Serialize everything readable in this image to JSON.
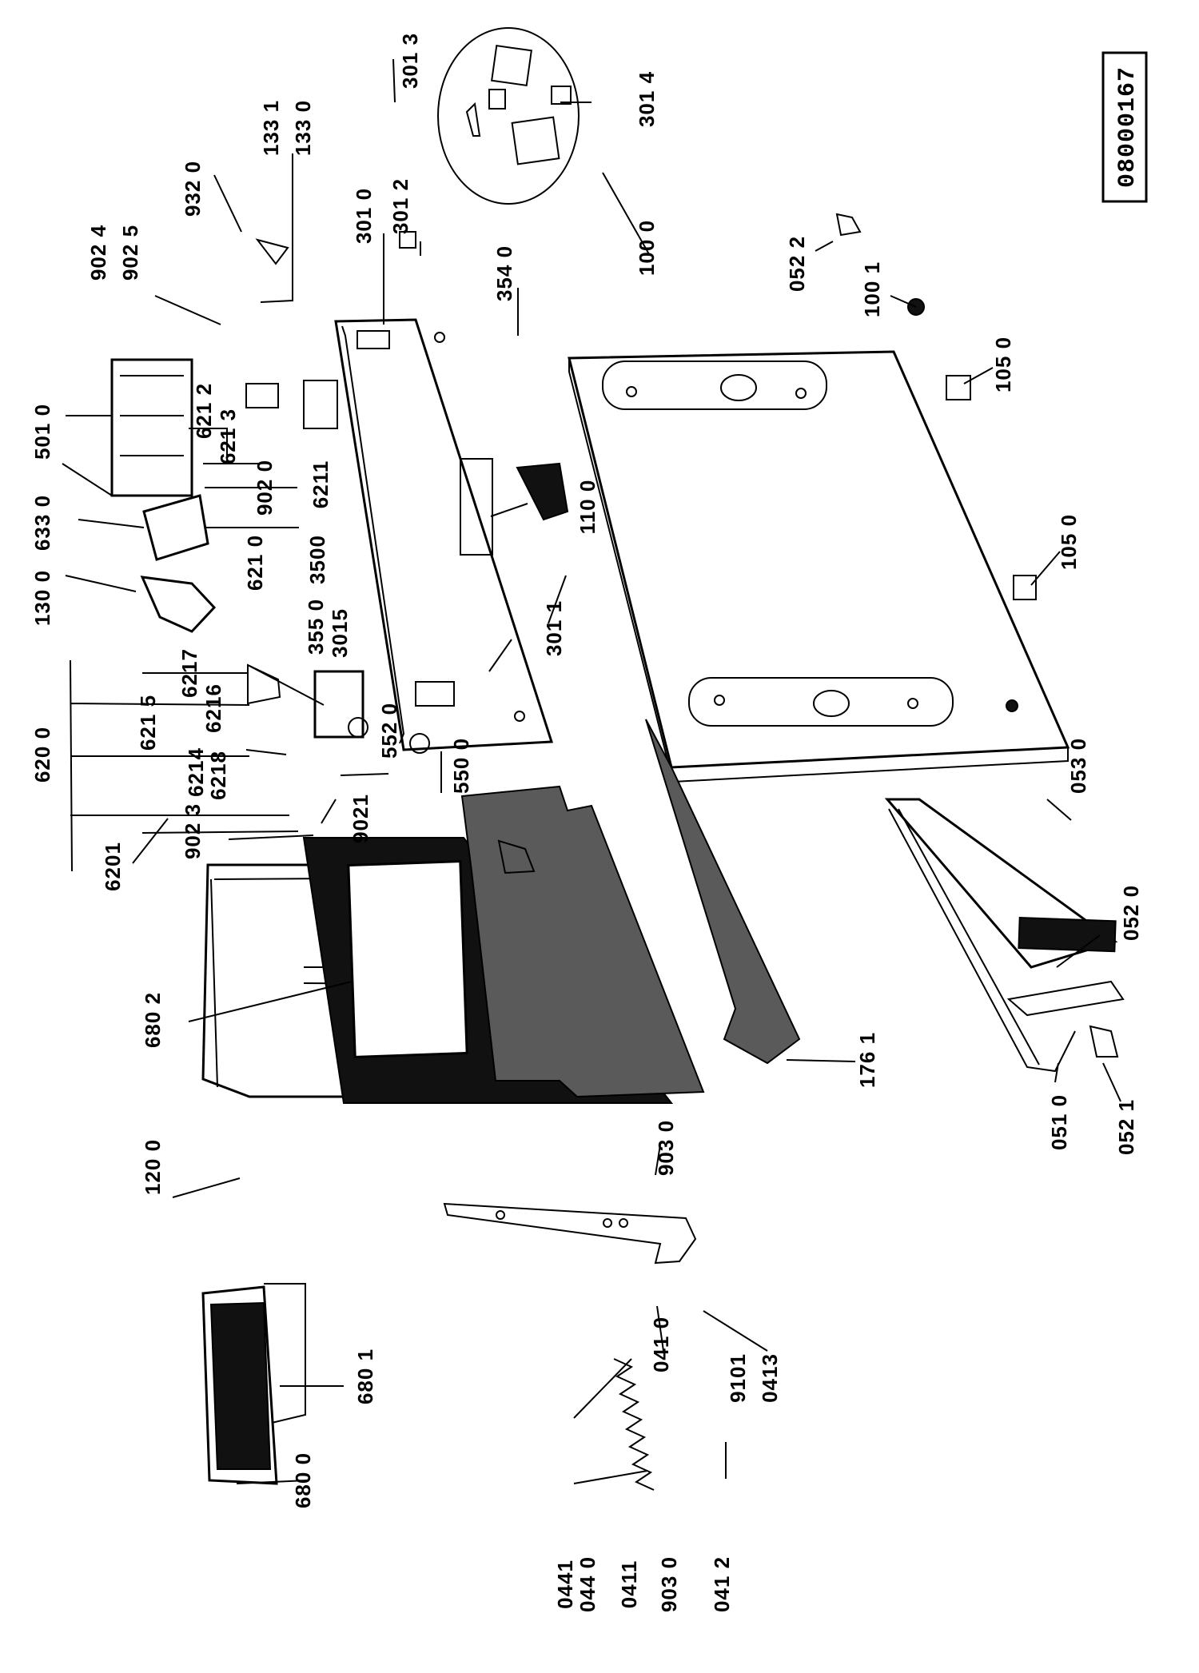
{
  "reference_code": "08000167",
  "labels": {
    "l3013": "301 3",
    "l3014": "301 4",
    "l1331": "133 1",
    "l1330": "133 0",
    "l9320": "932 0",
    "l9024": "902 4",
    "l9025": "902 5",
    "l3010": "301 0",
    "l3012": "301 2",
    "l3540": "354 0",
    "l1000": "100 0",
    "l0522": "052 2",
    "l1001": "100 1",
    "l1050a": "105 0",
    "l1050b": "105 0",
    "l5010": "501 0",
    "l6330": "633 0",
    "l1300": "130 0",
    "l6212": "621 2",
    "l6213": "621 3",
    "l9020": "902 0",
    "l6211": "6211",
    "l6210": "621 0",
    "l3500": "3500",
    "l3550": "355 0",
    "l3015": "3015",
    "l1100": "110 0",
    "l3011": "301 1",
    "l6200": "620 0",
    "l6217": "6217",
    "l6215": "621 5",
    "l6216": "6216",
    "l6214": "6214",
    "l6218": "6218",
    "l9023": "902 3",
    "l6201": "6201",
    "l5520": "552 0",
    "l5500": "550 0",
    "l9021": "9021",
    "l0530": "053 0",
    "l0520": "052 0",
    "l6802": "680 2",
    "l1761": "176 1",
    "l0510": "051 0",
    "l0521": "052 1",
    "l1200": "120 0",
    "l9030a": "903 0",
    "l6801": "680 1",
    "l6800": "680 0",
    "l0410": "041 0",
    "l0413": "0413",
    "l9101": "9101",
    "l0441": "0441",
    "l0440": "044 0",
    "l0411": "0411",
    "l9030b": "903 0",
    "l0412": "041 2"
  }
}
